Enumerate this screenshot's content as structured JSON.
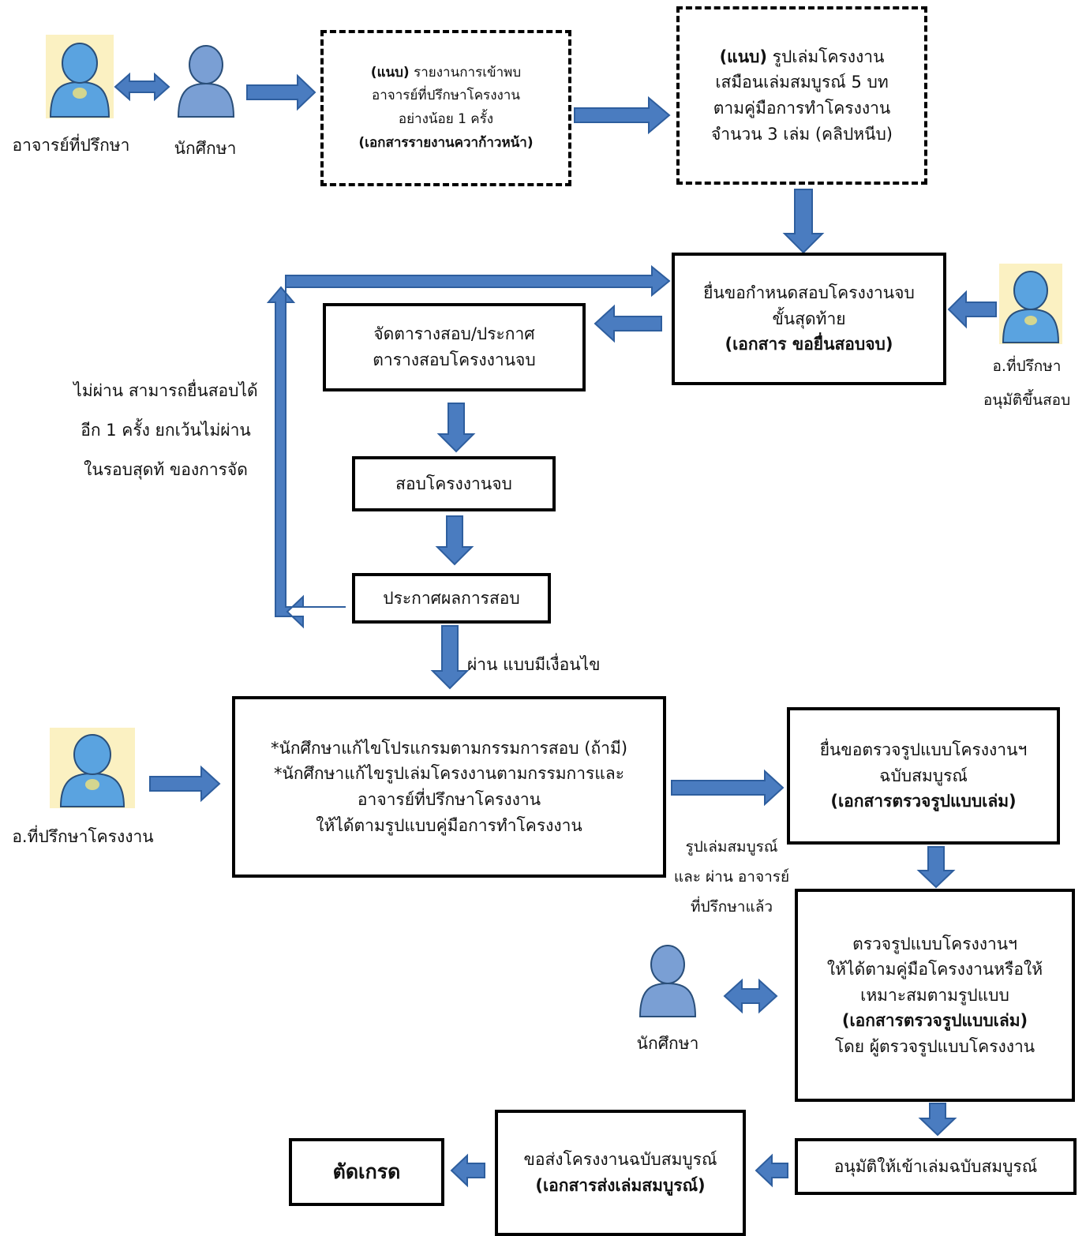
{
  "colors": {
    "arrow_fill": "#4a7cc0",
    "arrow_stroke": "#2e5e9e",
    "person_bg": "#fbf1c2",
    "person_head": "#5aa3e0"
  },
  "actors": {
    "advisor_top": "อาจารย์ที่ปรึกษา",
    "student_top": "นักศึกษา",
    "advisor_right_line1": "อ.ที่ปรึกษา",
    "advisor_right_line2": "อนุมัติขึ้นสอบ",
    "advisor_mid": "อ.ที่ปรึกษาโครงงาน",
    "student_bottom": "นักศึกษา"
  },
  "boxes": {
    "progress": {
      "l1_bold": "(แนบ)",
      "l1_rest": " รายงานการเข้าพบ",
      "l2": "อาจารย์ที่ปรึกษาโครงงาน",
      "l3": "อย่างน้อย 1 ครั้ง",
      "l4": "(เอกสารรายงานควาก้าวหน้า)"
    },
    "draft": {
      "l1_bold": "(แนบ)",
      "l1_rest": " รูปเล่มโครงงาน",
      "l2": "เสมือนเล่มสมบูรณ์ 5 บท",
      "l3": "ตามคู่มือการทำโครงงาน",
      "l4": "จำนวน 3 เล่ม (คลิปหนีบ)"
    },
    "request_exam": {
      "l1": "ยื่นขอกำหนดสอบโครงงานจบ",
      "l2": "ขั้นสุดท้าย",
      "l3": "(เอกสาร ขอยื่นสอบจบ)"
    },
    "schedule": {
      "l1": "จัดตารางสอบ/ประกาศ",
      "l2": "ตารางสอบโครงงานจบ"
    },
    "exam": {
      "l1": "สอบโครงงานจบ"
    },
    "result": {
      "l1": "ประกาศผลการสอบ"
    },
    "revise": {
      "l1": "*นักศึกษาแก้ไขโปรแกรมตามกรรมการสอบ (ถ้ามี)",
      "l2": "*นักศึกษาแก้ไขรูปเล่มโครงงานตามกรรมการและ",
      "l3": "อาจารย์ที่ปรึกษาโครงงาน",
      "l4": "ให้ได้ตามรูปแบบคู่มือการทำโครงงาน"
    },
    "format_request": {
      "l1": "ยื่นขอตรวจรูปแบบโครงงานฯ",
      "l2": "ฉบับสมบูรณ์",
      "l3": "(เอกสารตรวจรูปแบบเล่ม)"
    },
    "format_check": {
      "l1": "ตรวจรูปแบบโครงงานฯ",
      "l2": "ให้ได้ตามคู่มือโครงงานหรือให้",
      "l3": "เหมาะสมตามรูปแบบ",
      "l4": "(เอกสารตรวจรูปแบบเล่ม)",
      "l5": "โดย  ผู้ตรวจรูปแบบโครงงาน"
    },
    "approve": {
      "l1": "อนุมัติให้เข้าเล่มฉบับสมบูรณ์"
    },
    "submit": {
      "l1": "ขอส่งโครงงานฉบับสมบูรณ์",
      "l2": "(เอกสารส่งเล่มสมบูรณ์)"
    },
    "grade": {
      "l1": "ตัดเกรด"
    }
  },
  "labels": {
    "fail_l1": "ไม่ผ่าน สามารถยื่นสอบได้",
    "fail_l2": "อีก 1 ครั้ง  ยกเว้นไม่ผ่าน",
    "fail_l3": "ในรอบสุดท้ ของการจัด",
    "pass": "ผ่าน แบบมีเงื่อนไข",
    "complete_l1": "รูปเล่มสมบูรณ์",
    "complete_l2": "และ ผ่าน อาจารย์",
    "complete_l3": "ที่ปรึกษาแล้ว"
  }
}
